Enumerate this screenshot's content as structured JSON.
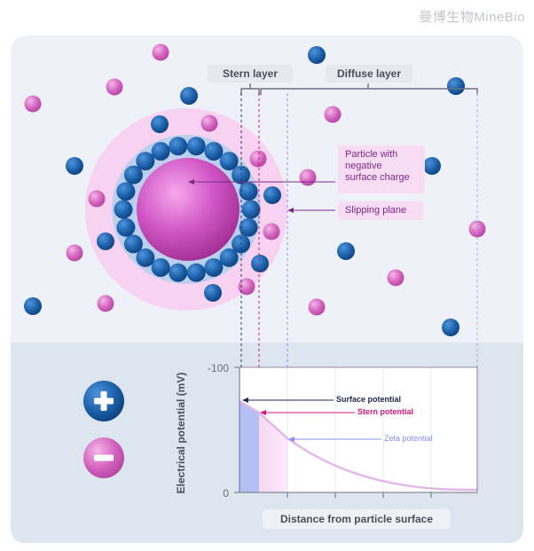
{
  "watermark": "曼博生物MineBio",
  "layers": {
    "stern": "Stern layer",
    "diffuse": "Diffuse layer"
  },
  "callouts": {
    "particle": "Particle with negative surface charge",
    "particle_lines": [
      "Particle with",
      "negative",
      "surface charge"
    ],
    "slipping_plane": "Slipping plane"
  },
  "legend": {
    "positive_icon": "plus-icon",
    "negative_icon": "minus-icon"
  },
  "plot": {
    "ylabel": "Electrical potential (mV)",
    "xlabel": "Distance from particle surface",
    "yticks": [
      "-100",
      "0"
    ],
    "annotations": {
      "surface": "Surface potential",
      "stern": "Stern potential",
      "zeta": "Zeta potential"
    }
  },
  "colors": {
    "cation": "#d05fbd",
    "anion": "#1a5fa8",
    "surface": "#222a4a",
    "stern": "#d6177b",
    "zeta": "#8e8ef0",
    "panel": "#dde5ef",
    "card": "#eef2f8"
  }
}
